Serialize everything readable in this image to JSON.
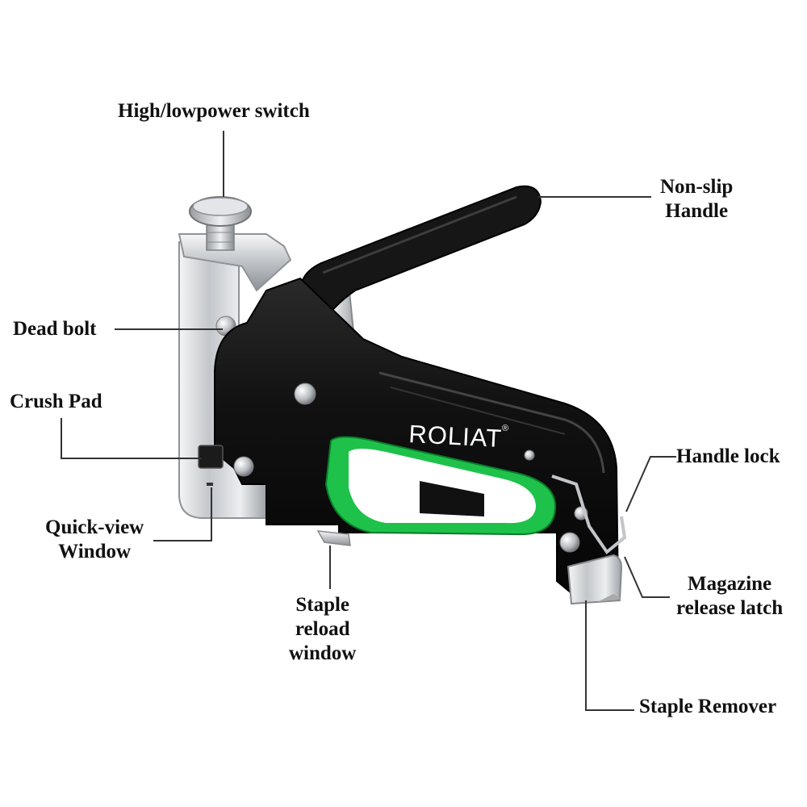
{
  "brand": {
    "name": "ROLIAT",
    "mark": "®"
  },
  "labels": {
    "power_switch": "High/lowpower switch",
    "non_slip_handle": [
      "Non-slip",
      "Handle"
    ],
    "dead_bolt": "Dead bolt",
    "crush_pad": "Crush Pad",
    "handle_lock": "Handle lock",
    "quick_view_window": [
      "Quick-view",
      "Window"
    ],
    "magazine_release_latch": [
      "Magazine",
      "release latch"
    ],
    "staple_reload_window": [
      "Staple",
      "reload",
      "window"
    ],
    "staple_remover": "Staple Remover"
  },
  "colors": {
    "body": "#121212",
    "chrome": "#c9ccd0",
    "grip_accent": "#1ec24a",
    "label_text": "#111111"
  }
}
